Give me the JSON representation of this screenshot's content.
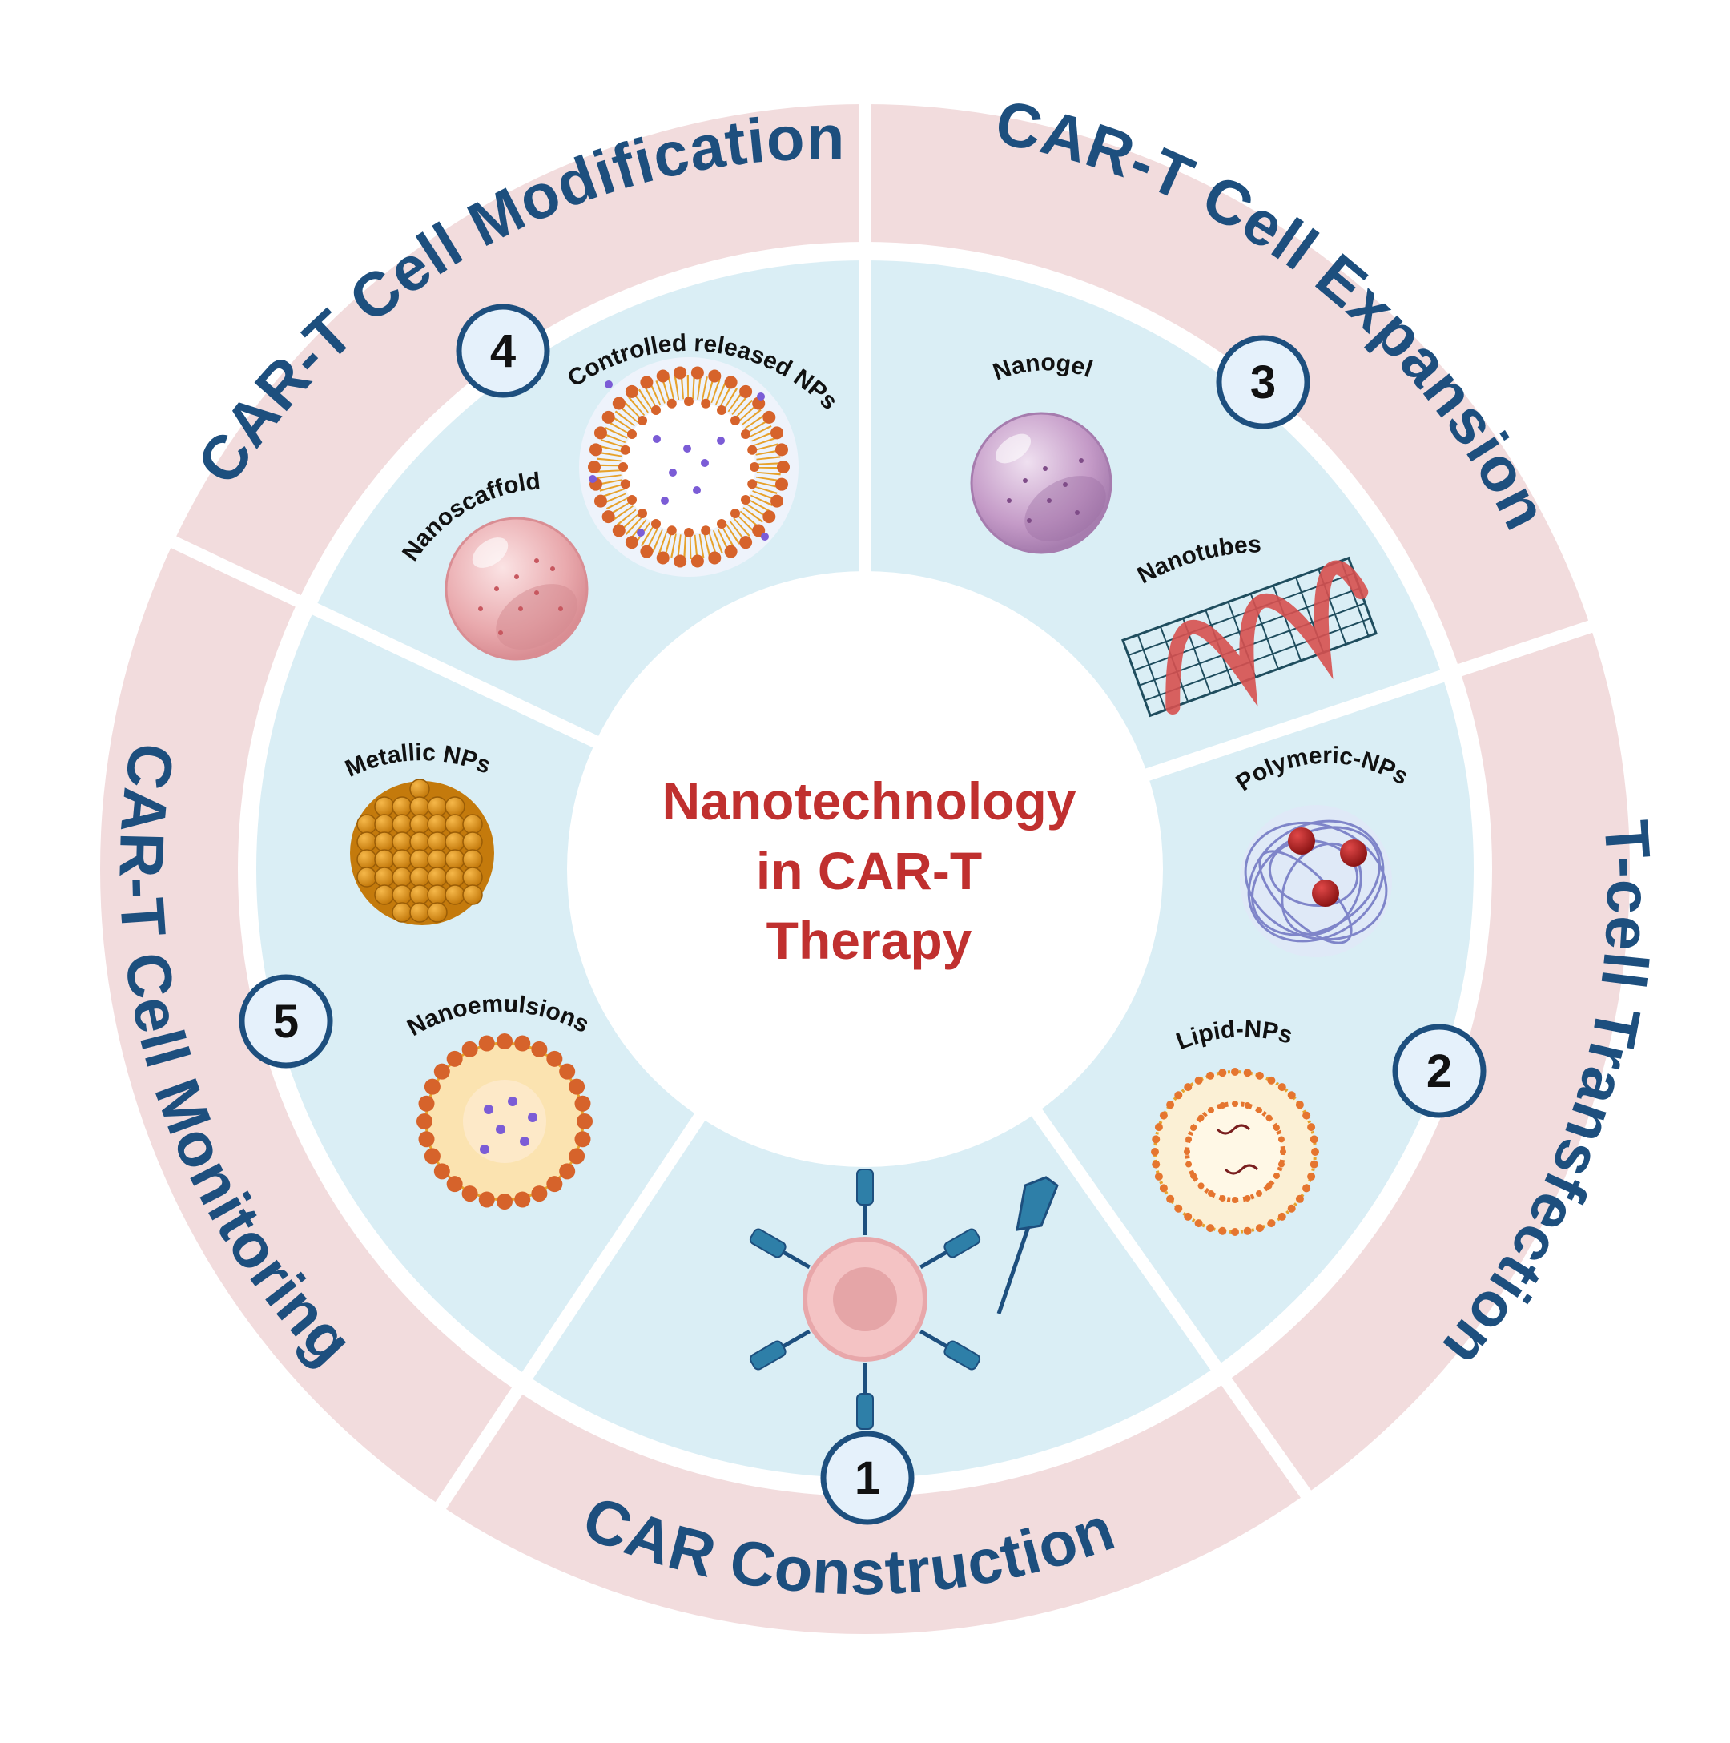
{
  "center": {
    "title_lines": [
      "Nanotechnology",
      "in CAR-T",
      "Therapy"
    ]
  },
  "stages": {
    "car_construction": {
      "number": "1",
      "label": "CAR Construction"
    },
    "tcell_transfection": {
      "number": "2",
      "label": "T-cell Transfection"
    },
    "cart_expansion": {
      "number": "3",
      "label": "CAR-T Cell Expansion"
    },
    "cart_modification": {
      "number": "4",
      "label": "CAR-T Cell Modification"
    },
    "cart_monitoring": {
      "number": "5",
      "label": "CAR-T Cell Monitoring"
    }
  },
  "nanoparticles": {
    "controlled_released": "Controlled released NPs",
    "nanoscaffold": "Nanoscaffold",
    "nanogel": "Nanogel",
    "nanotubes": "Nanotubes",
    "polymeric": "Polymeric-NPs",
    "lipid": "Lipid-NPs",
    "metallic": "Metallic NPs",
    "nanoemulsions": "Nanoemulsions"
  },
  "colors": {
    "outer_ring": "#f2dcdd",
    "inner_ring": "#daeef5",
    "label_blue": "#1d4f7e",
    "title_red": "#c0302f",
    "badge_fill": "#e5f1fb",
    "badge_stroke": "#1d4f7e"
  }
}
